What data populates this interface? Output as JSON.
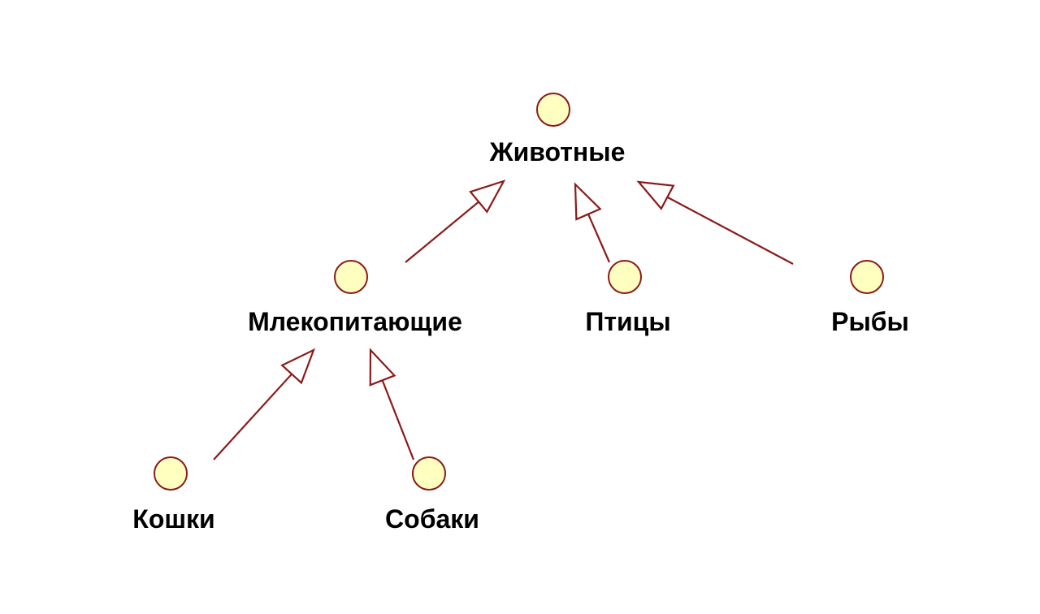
{
  "diagram": {
    "type": "class-hierarchy",
    "colors": {
      "node_fill": "#ffffc0",
      "node_stroke": "#8b1a1a",
      "edge_stroke": "#8b1a1a",
      "label": "#000000"
    },
    "nodes": [
      {
        "id": "animals",
        "label": "Животные",
        "icon": "class-circle-icon"
      },
      {
        "id": "mammals",
        "label": "Млекопитающие",
        "icon": "class-circle-icon"
      },
      {
        "id": "birds",
        "label": "Птицы",
        "icon": "class-circle-icon"
      },
      {
        "id": "fish",
        "label": "Рыбы",
        "icon": "class-circle-icon"
      },
      {
        "id": "cats",
        "label": "Кошки",
        "icon": "class-circle-icon"
      },
      {
        "id": "dogs",
        "label": "Собаки",
        "icon": "class-circle-icon"
      }
    ],
    "edges": [
      {
        "from": "mammals",
        "to": "animals",
        "kind": "generalization"
      },
      {
        "from": "birds",
        "to": "animals",
        "kind": "generalization"
      },
      {
        "from": "fish",
        "to": "animals",
        "kind": "generalization"
      },
      {
        "from": "cats",
        "to": "mammals",
        "kind": "generalization"
      },
      {
        "from": "dogs",
        "to": "mammals",
        "kind": "generalization"
      }
    ]
  }
}
